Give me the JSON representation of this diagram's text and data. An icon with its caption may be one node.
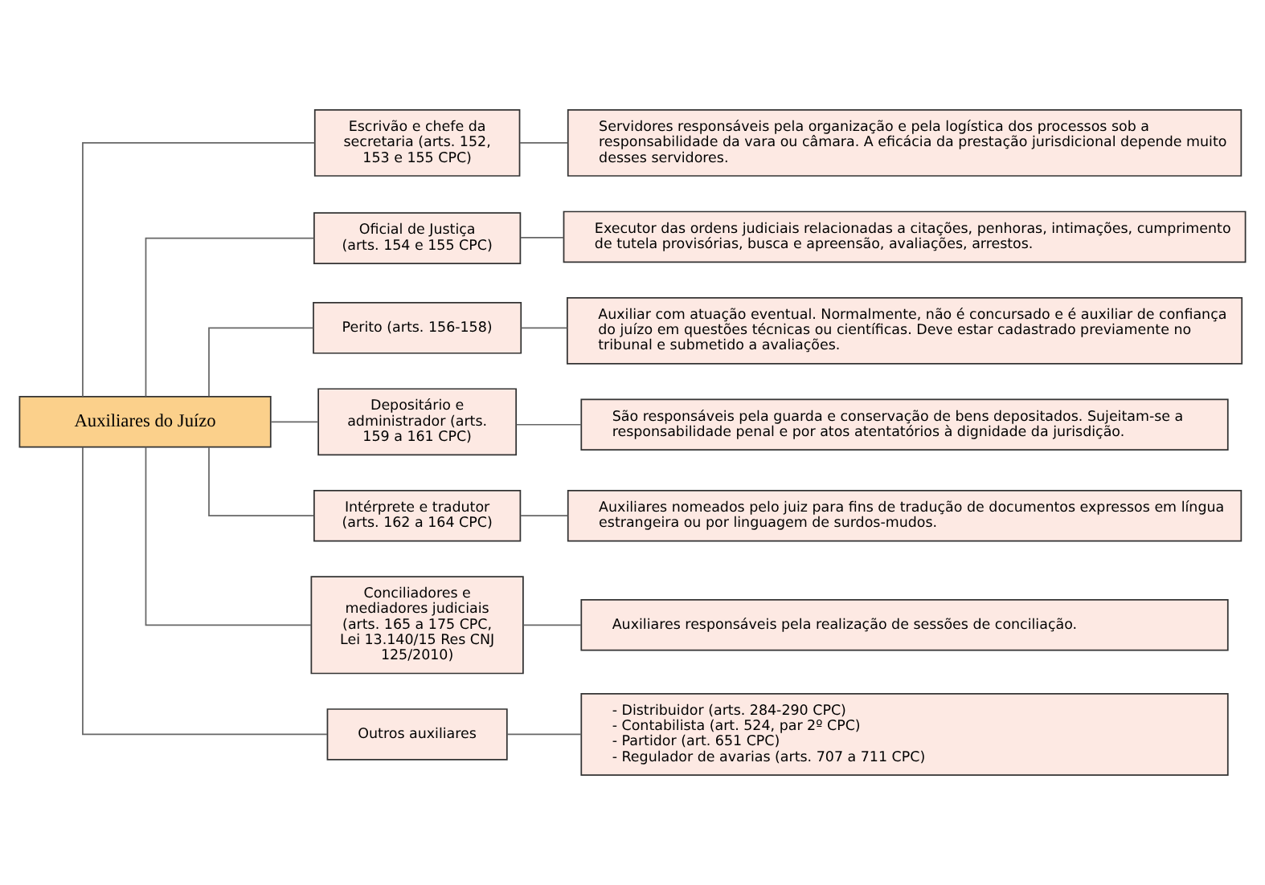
{
  "diagram": {
    "nodes": [
      {
        "text": [
          "Auxiliares do Juízo"
        ]
      },
      {
        "text": [
          "Escrivão e chefe da secretaria (arts. 152, 153 e 155 CPC)"
        ]
      },
      {
        "text": [
          "Servidores responsáveis pela organização e pela logística dos processos sob a responsabilidade da vara ou câmara. A eficácia da prestação jurisdicional depende muito desses servidores."
        ]
      },
      {
        "text": [
          "Oficial de Justiça (arts. 154 e 155 CPC)"
        ]
      },
      {
        "text": [
          "Executor das ordens judiciais relacionadas a citações, penhoras, intimações, cumprimento de tutela provisórias, busca e apreensão, avaliações, arrestos."
        ]
      },
      {
        "text": [
          "Perito (arts. 156-158)"
        ]
      },
      {
        "text": [
          "Auxiliar com atuação eventual. Normalmente, não é concursado e é auxiliar de confiança do juízo em questões técnicas ou científicas. Deve estar cadastrado previamente no tribunal e submetido a avaliações."
        ]
      },
      {
        "text": [
          "Depositário e administrador (arts. 159 a 161 CPC)"
        ]
      },
      {
        "text": [
          "São responsáveis pela guarda e conservação de bens depositados. Sujeitam-se a responsabilidade penal e por atos atentatórios à dignidade da jurisdição."
        ]
      },
      {
        "text": [
          "Intérprete e tradutor (arts. 162 a 164 CPC)"
        ]
      },
      {
        "text": [
          "Auxiliares nomeados pelo juiz para fins de tradução de documentos expressos em língua estrangeira ou por linguagem de surdos-mudos."
        ]
      },
      {
        "text": [
          "Conciliadores e mediadores judiciais (arts. 165 a 175 CPC, Lei 13.140/15 Res CNJ 125/2010)"
        ]
      },
      {
        "text": [
          "Auxiliares responsáveis pela realização de sessões de conciliação."
        ]
      },
      {
        "text": [
          "Outros auxiliares"
        ]
      },
      {
        "text": [
          "- Distribuidor (arts. 284-290 CPC)",
          "- Contabilista (art. 524, par 2º CPC)",
          "- Partidor (art. 651 CPC)",
          "- Regulador de avarias (arts. 707 a 711 CPC)"
        ]
      }
    ],
    "edges": [
      {
        "from": 0,
        "to": 1,
        "arrow": "none"
      },
      {
        "from": 1,
        "to": 2,
        "arrow": "none"
      },
      {
        "from": 0,
        "to": 3,
        "arrow": "none"
      },
      {
        "from": 3,
        "to": 4,
        "arrow": "none"
      },
      {
        "from": 0,
        "to": 5,
        "arrow": "none"
      },
      {
        "from": 5,
        "to": 6,
        "arrow": "none"
      },
      {
        "from": 0,
        "to": 7,
        "arrow": "none"
      },
      {
        "from": 7,
        "to": 8,
        "arrow": "none"
      },
      {
        "from": 0,
        "to": 9,
        "arrow": "none"
      },
      {
        "from": 9,
        "to": 10,
        "arrow": "none"
      },
      {
        "from": 0,
        "to": 11,
        "arrow": "none"
      },
      {
        "from": 11,
        "to": 12,
        "arrow": "none"
      },
      {
        "from": 0,
        "to": 13,
        "arrow": "none"
      },
      {
        "from": 13,
        "to": 14,
        "arrow": "none"
      }
    ]
  }
}
